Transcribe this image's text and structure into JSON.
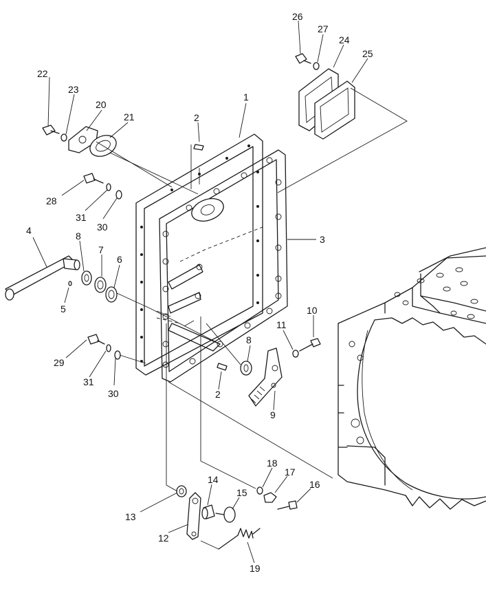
{
  "labels": {
    "p1": "1",
    "p2a": "2",
    "p2b": "2",
    "p3": "3",
    "p4": "4",
    "p5": "5",
    "p6": "6",
    "p7": "7",
    "p8a": "8",
    "p8b": "8",
    "p9": "9",
    "p10": "10",
    "p11": "11",
    "p12": "12",
    "p13": "13",
    "p14": "14",
    "p15": "15",
    "p16": "16",
    "p17": "17",
    "p18": "18",
    "p19": "19",
    "p20": "20",
    "p21": "21",
    "p22": "22",
    "p23": "23",
    "p24": "24",
    "p25": "25",
    "p26": "26",
    "p27": "27",
    "p28": "28",
    "p29": "29",
    "p30a": "30",
    "p30b": "30",
    "p31a": "31",
    "p31b": "31"
  }
}
